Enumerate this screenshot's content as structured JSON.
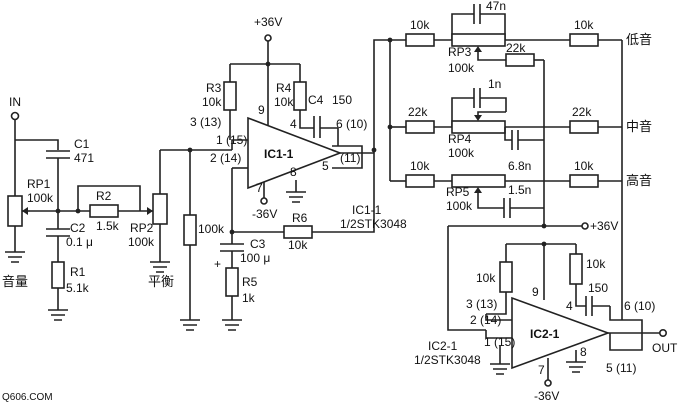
{
  "labels": {
    "input": "IN",
    "output": "OUT",
    "supply_pos": "+36V",
    "supply_neg": "-36V",
    "volume": "音量",
    "balance": "平衡",
    "bass": "低音",
    "mid": "中音",
    "treble": "高音",
    "watermark": "Q606.COM"
  },
  "components": {
    "C1": {
      "name": "C1",
      "value": "471"
    },
    "RP1": {
      "name": "RP1",
      "value": "100k"
    },
    "C2": {
      "name": "C2",
      "value": "0.1 μ"
    },
    "R1": {
      "name": "R1",
      "value": "5.1k"
    },
    "R2": {
      "name": "R2",
      "value": "1.5k"
    },
    "RP2": {
      "name": "RP2",
      "value": "100k"
    },
    "R_bias1": {
      "value": "100k"
    },
    "R3": {
      "name": "R3",
      "value": "10k"
    },
    "R4": {
      "name": "R4",
      "value": "10k"
    },
    "C4": {
      "name": "C4",
      "value": "150"
    },
    "R6": {
      "name": "R6",
      "value": "10k"
    },
    "C3": {
      "name": "C3",
      "value": "100 μ"
    },
    "R5": {
      "name": "R5",
      "value": "1k"
    },
    "R_bass_l": {
      "value": "10k"
    },
    "C_bass": {
      "value": "47n"
    },
    "RP3": {
      "name": "RP3",
      "value": "100k"
    },
    "R_bass_w": {
      "value": "22k"
    },
    "R_bass_r": {
      "value": "10k"
    },
    "R_mid_l": {
      "value": "22k"
    },
    "C_mid_top": {
      "value": "1n"
    },
    "RP4": {
      "name": "RP4",
      "value": "100k"
    },
    "C_mid_bot": {
      "value": "6.8n"
    },
    "R_mid_r": {
      "value": "22k"
    },
    "R_tre_l": {
      "value": "10k"
    },
    "RP5": {
      "name": "RP5",
      "value": "100k"
    },
    "C_tre": {
      "value": "1.5n"
    },
    "R_tre_r": {
      "value": "10k"
    },
    "R_ic2_l": {
      "value": "10k"
    },
    "R_ic2_r": {
      "value": "10k"
    },
    "C_ic2": {
      "value": "150"
    }
  },
  "ic1": {
    "name": "IC1-1",
    "part": "1/2STK3048",
    "ref": "IC1-1",
    "pins": {
      "p9": "9",
      "p4": "4",
      "p3": "3 (13)",
      "p1": "1 (15)",
      "p2": "2 (14)",
      "p7": "7",
      "p8": "8",
      "p5": "5",
      "p6": "6 (10)",
      "p11": "(11)"
    }
  },
  "ic2": {
    "name": "IC2-1",
    "part": "1/2STK3048",
    "ref": "IC2-1",
    "pins": {
      "p9": "9",
      "p4": "4",
      "p3": "3 (13)",
      "p2": "2 (14)",
      "p1": "1 (15)",
      "p7": "7",
      "p8": "8",
      "p6": "6 (10)",
      "p5": "5 (11)"
    }
  }
}
